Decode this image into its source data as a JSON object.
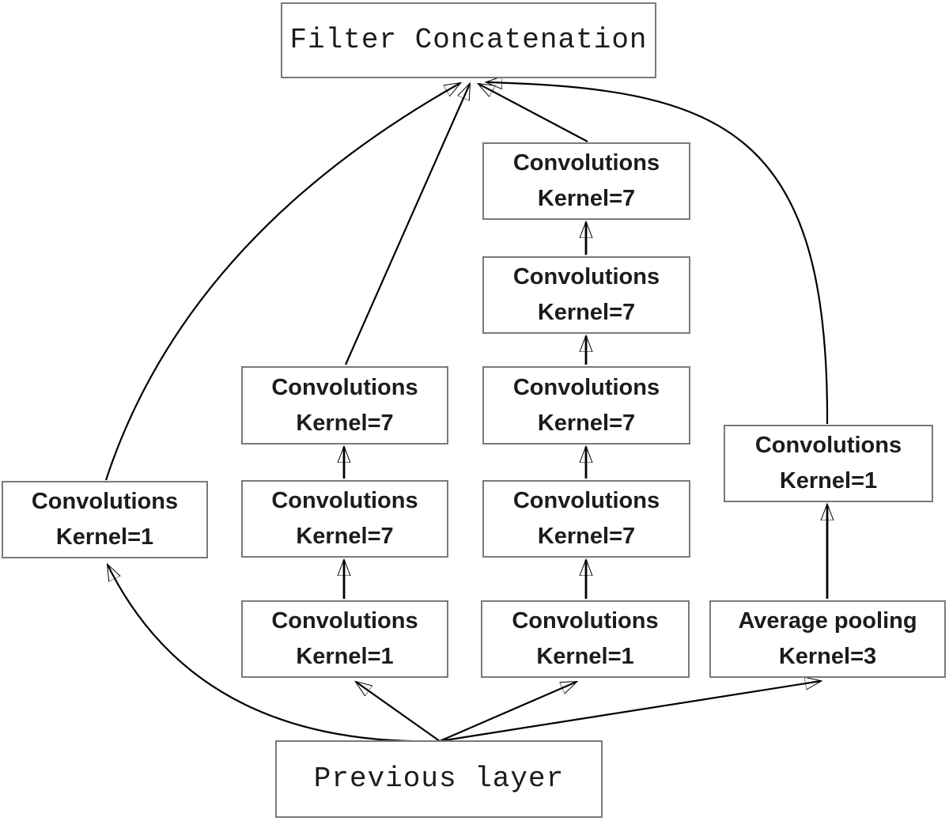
{
  "diagram": {
    "type": "neural-network-inception-module-flowchart",
    "colors": {
      "background": "#ffffff",
      "box_border": "#7a7a7a",
      "box_fill": "#ffffff",
      "edge_line": "#000000",
      "text": "#1c1c1c"
    },
    "boxes": {
      "filter_concat": {
        "label": "Filter Concatenation"
      },
      "previous_layer": {
        "label": "Previous layer"
      },
      "branch1_conv1": {
        "line1": "Convolutions",
        "line2": "Kernel=1"
      },
      "branch2_conv1": {
        "line1": "Convolutions",
        "line2": "Kernel=1"
      },
      "branch2_conv2": {
        "line1": "Convolutions",
        "line2": "Kernel=7"
      },
      "branch2_conv3": {
        "line1": "Convolutions",
        "line2": "Kernel=7"
      },
      "branch3_conv1": {
        "line1": "Convolutions",
        "line2": "Kernel=1"
      },
      "branch3_conv2": {
        "line1": "Convolutions",
        "line2": "Kernel=7"
      },
      "branch3_conv3": {
        "line1": "Convolutions",
        "line2": "Kernel=7"
      },
      "branch3_conv4": {
        "line1": "Convolutions",
        "line2": "Kernel=7"
      },
      "branch3_conv5": {
        "line1": "Convolutions",
        "line2": "Kernel=7"
      },
      "branch4_pool": {
        "line1": "Average pooling",
        "line2": "Kernel=3"
      },
      "branch4_conv": {
        "line1": "Convolutions",
        "line2": "Kernel=1"
      }
    },
    "edges": [
      {
        "from": "previous_layer",
        "to": "branch1_conv1"
      },
      {
        "from": "previous_layer",
        "to": "branch2_conv1"
      },
      {
        "from": "previous_layer",
        "to": "branch3_conv1"
      },
      {
        "from": "previous_layer",
        "to": "branch4_pool"
      },
      {
        "from": "branch2_conv1",
        "to": "branch2_conv2"
      },
      {
        "from": "branch2_conv2",
        "to": "branch2_conv3"
      },
      {
        "from": "branch3_conv1",
        "to": "branch3_conv2"
      },
      {
        "from": "branch3_conv2",
        "to": "branch3_conv3"
      },
      {
        "from": "branch3_conv3",
        "to": "branch3_conv4"
      },
      {
        "from": "branch3_conv4",
        "to": "branch3_conv5"
      },
      {
        "from": "branch4_pool",
        "to": "branch4_conv"
      },
      {
        "from": "branch1_conv1",
        "to": "filter_concat"
      },
      {
        "from": "branch2_conv3",
        "to": "filter_concat"
      },
      {
        "from": "branch3_conv5",
        "to": "filter_concat"
      },
      {
        "from": "branch4_conv",
        "to": "filter_concat"
      }
    ]
  }
}
